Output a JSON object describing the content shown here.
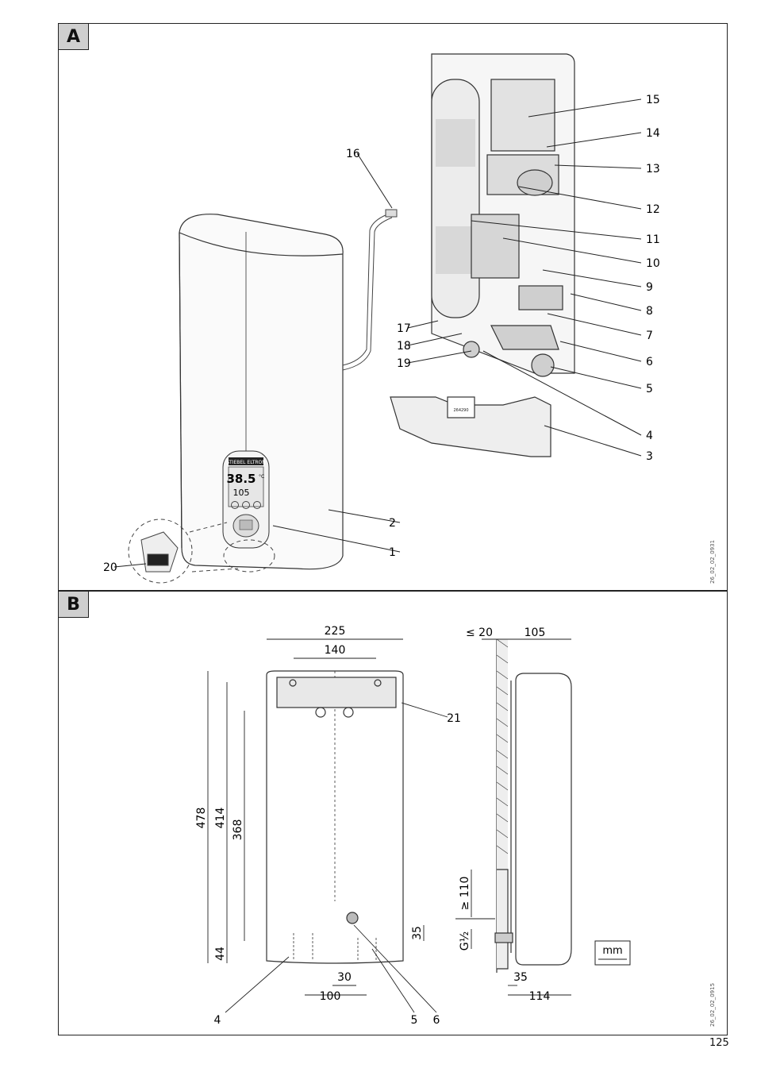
{
  "panel_a": {
    "label": "A",
    "callouts": [
      "1",
      "2",
      "3",
      "4",
      "5",
      "6",
      "7",
      "8",
      "9",
      "10",
      "11",
      "12",
      "13",
      "14",
      "15",
      "16",
      "17",
      "18",
      "19",
      "20"
    ],
    "display_temp": "38.5",
    "display_unit": "°C",
    "display_sub": "105",
    "brand": "STIEBEL ELTRON",
    "part_code": "264290",
    "ref_code": "26_02_02_0931"
  },
  "panel_b": {
    "label": "B",
    "dims": {
      "width_total": "225",
      "bracket_width": "140",
      "h478": "478",
      "h414": "414",
      "h368": "368",
      "h44": "44",
      "d35_right": "35",
      "d30": "30",
      "d100": "100",
      "wall_gap": "≤ 20",
      "depth": "105",
      "min110": "≥ 110",
      "thread": "G½",
      "d35_side": "35",
      "d114": "114"
    },
    "callouts": {
      "c21": "21",
      "c4": "4",
      "c5": "5",
      "c6": "6"
    },
    "unit": "mm",
    "ref_code": "26_02_02_0915"
  },
  "page_number": "125"
}
